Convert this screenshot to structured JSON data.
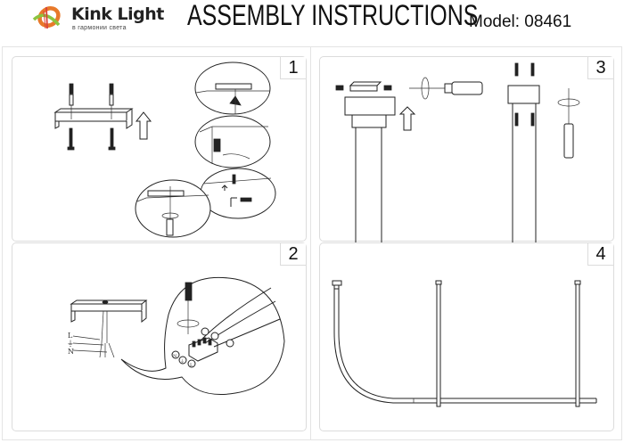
{
  "header": {
    "brand": {
      "name": "Kink Light",
      "tagline": "в гармонии света",
      "logo_icon": "kink-light-swirl-logo",
      "colors": {
        "orange": "#e8792a",
        "green": "#8cc43f",
        "red": "#d9413a"
      }
    },
    "title": "ASSEMBLY INSTRUCTIONS",
    "model_label": "Model: 08461"
  },
  "steps": [
    {
      "number": "1",
      "description_icons": [
        "mounting-bracket-icon",
        "wall-anchor-icon",
        "screw-icon",
        "up-arrow-icon",
        "drill-detail-icon",
        "anchor-insert-detail-icon",
        "screwdriver-detail-icon",
        "hammer-detail-icon"
      ]
    },
    {
      "number": "2",
      "wire_labels": [
        "L",
        "⏚",
        "N"
      ],
      "terminal_labels": [
        "N",
        "⏚",
        "L"
      ],
      "description_icons": [
        "mounting-bracket-icon",
        "wires-icon",
        "terminal-block-icon",
        "screwdriver-icon",
        "rotate-icon"
      ]
    },
    {
      "number": "3",
      "description_icons": [
        "bracket-screws-icon",
        "canopy-icon",
        "screwdriver-icon",
        "rotate-icon",
        "up-arrow-icon",
        "suspension-rod-icon"
      ]
    },
    {
      "number": "4",
      "description_icons": [
        "assembled-luminaire-icon"
      ]
    }
  ]
}
